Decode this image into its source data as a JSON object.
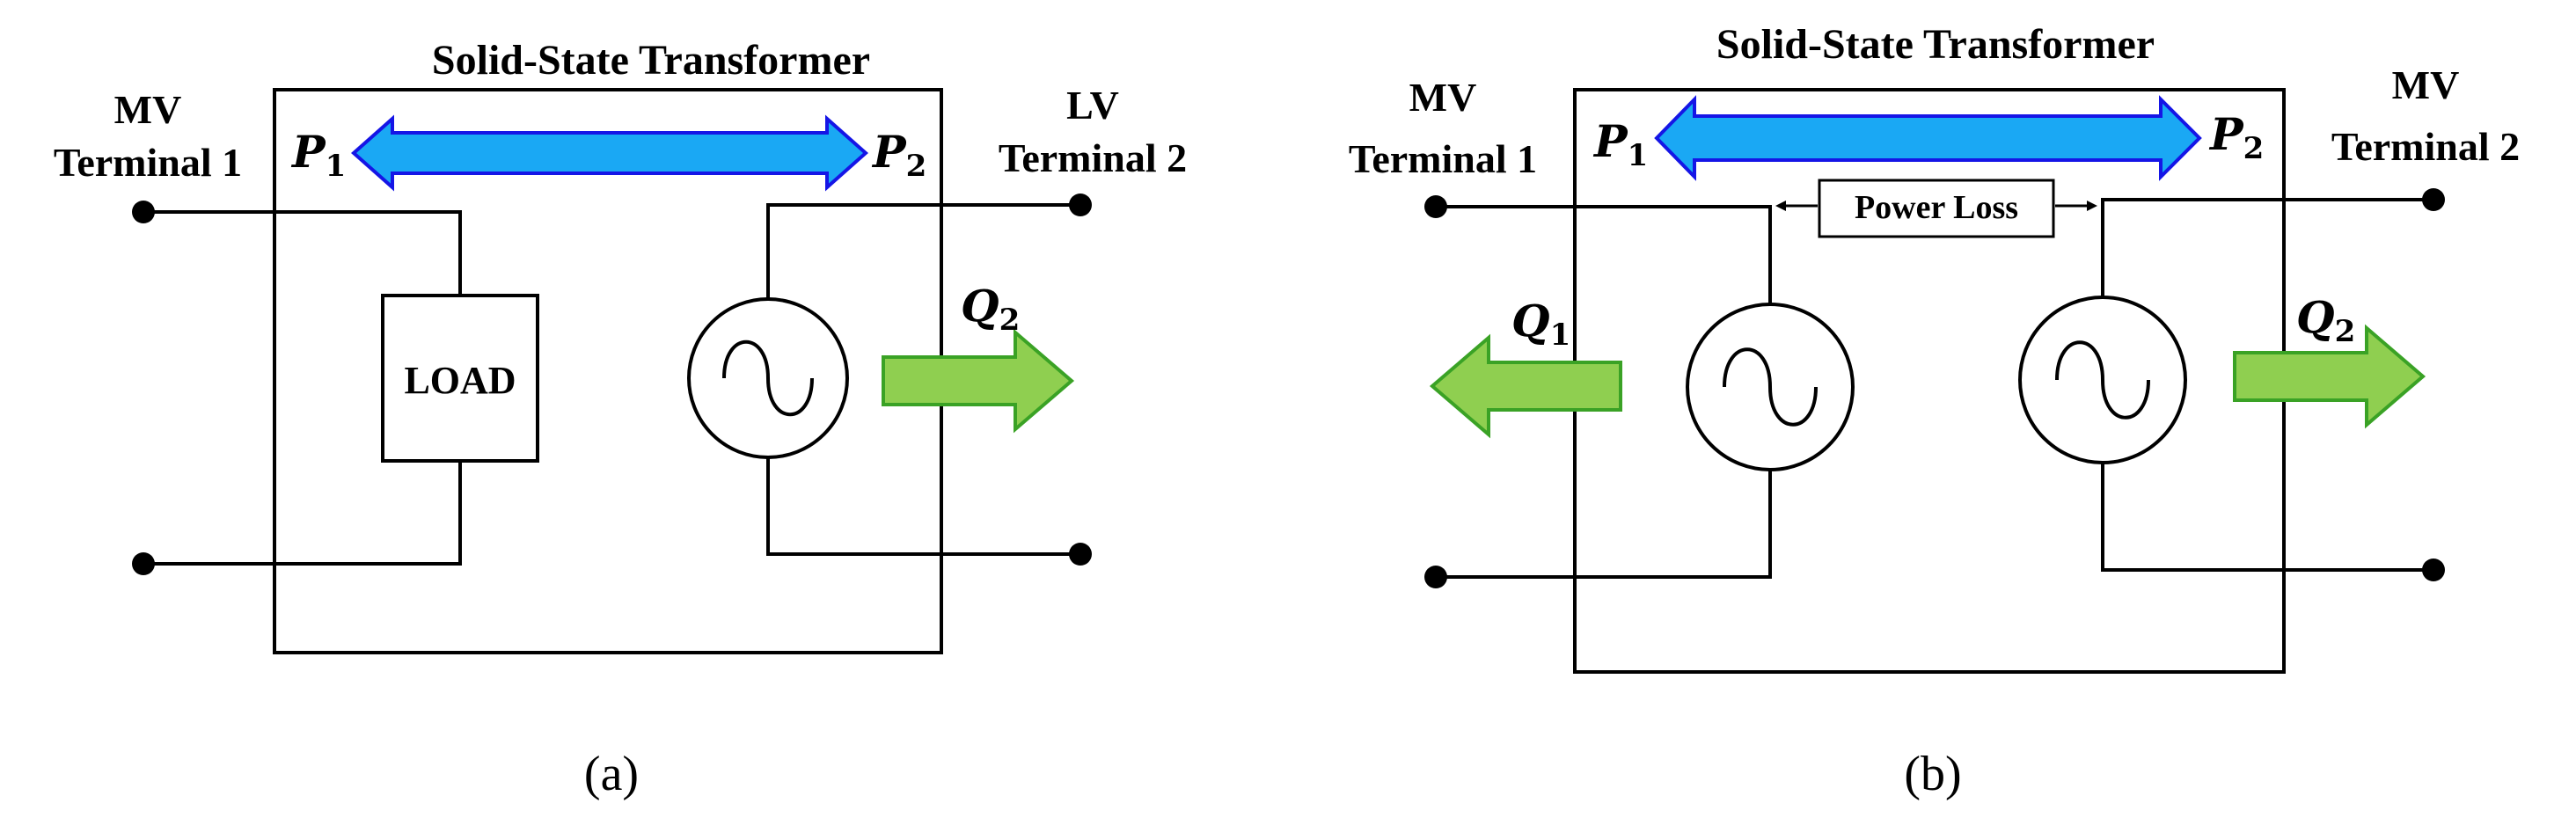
{
  "colors": {
    "power_arrow_fill": "#1aa8f4",
    "power_arrow_stroke": "#1515e6",
    "reactive_arrow_fill": "#8fcf50",
    "reactive_arrow_stroke": "#3aa225",
    "line": "#000000"
  },
  "panel_a": {
    "title": "Solid-State Transformer",
    "terminal1_line1": "MV",
    "terminal1_line2": "Terminal 1",
    "terminal2_line1": "LV",
    "terminal2_line2": "Terminal 2",
    "p1_symbol": "P",
    "p1_sub": "1",
    "p2_symbol": "P",
    "p2_sub": "2",
    "load_label": "LOAD",
    "q2_symbol": "Q",
    "q2_sub": "2",
    "source_icon": "ac-source-icon",
    "caption": "(a)"
  },
  "panel_b": {
    "title": "Solid-State Transformer",
    "terminal1_line1": "MV",
    "terminal1_line2": "Terminal 1",
    "terminal2_line1": "MV",
    "terminal2_line2": "Terminal 2",
    "p1_symbol": "P",
    "p1_sub": "1",
    "p2_symbol": "P",
    "p2_sub": "2",
    "power_loss_label": "Power Loss",
    "q1_symbol": "Q",
    "q1_sub": "1",
    "q2_symbol": "Q",
    "q2_sub": "2",
    "source_icon": "ac-source-icon",
    "caption": "(b)"
  }
}
